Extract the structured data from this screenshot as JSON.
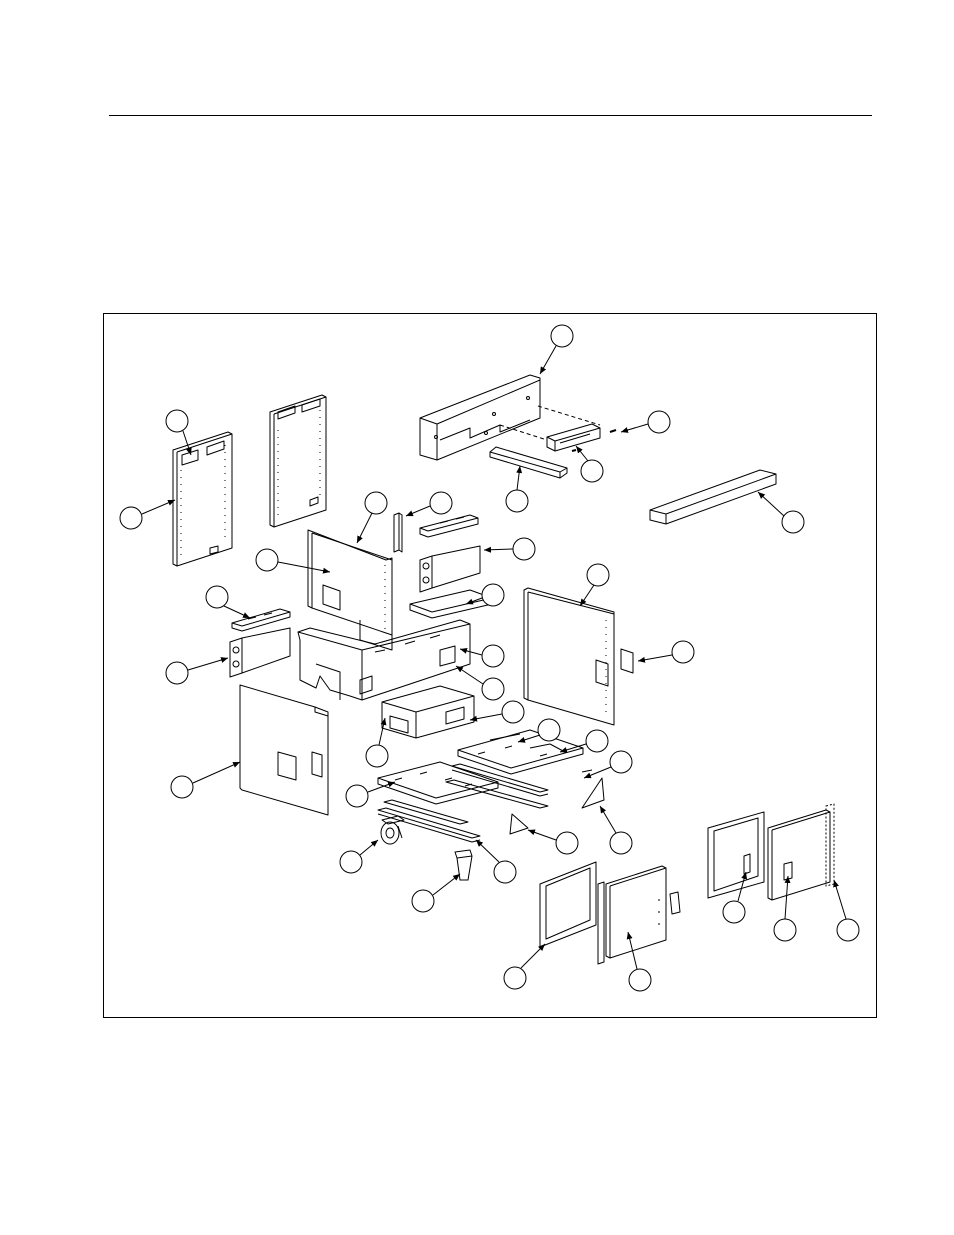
{
  "page": {
    "background": "#ffffff",
    "line_color": "#000000"
  },
  "figure": {
    "type": "exploded-parts-diagram",
    "callout_count": 34,
    "callout_labels": "blank"
  }
}
